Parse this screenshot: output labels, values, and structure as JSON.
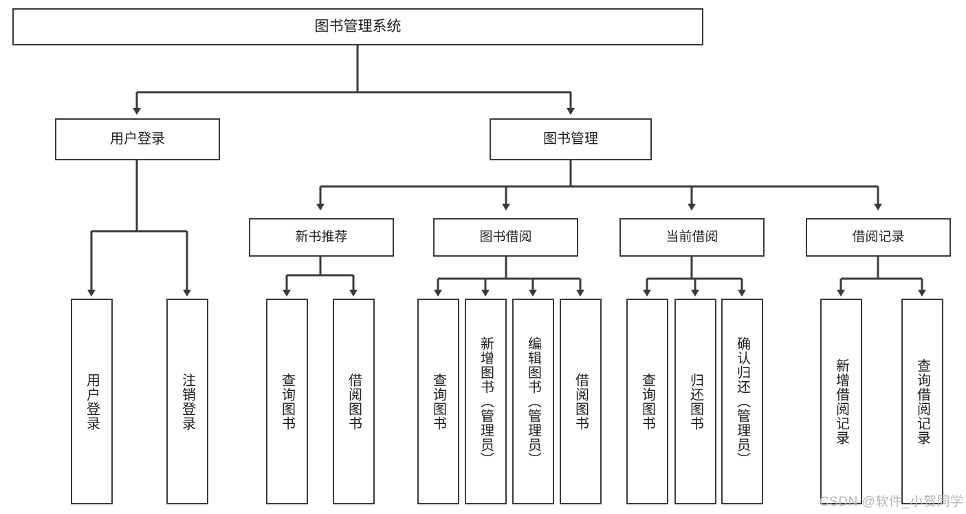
{
  "diagram": {
    "type": "hierarchy-tree",
    "title": "图书管理系统",
    "root": {
      "label": "图书管理系统"
    },
    "level1": [
      {
        "label": "用户登录"
      },
      {
        "label": "图书管理"
      }
    ],
    "level2": [
      {
        "label": "新书推荐",
        "parent": "图书管理"
      },
      {
        "label": "图书借阅",
        "parent": "图书管理"
      },
      {
        "label": "当前借阅",
        "parent": "图书管理"
      },
      {
        "label": "借阅记录",
        "parent": "图书管理"
      }
    ],
    "leaves": {
      "user_login": [
        {
          "label": "用户登录"
        },
        {
          "label": "注销登录"
        }
      ],
      "new_book_recommend": [
        {
          "label": "查询图书"
        },
        {
          "label": "借阅图书"
        }
      ],
      "book_borrow": [
        {
          "label": "查询图书"
        },
        {
          "label": "新增图书（管理员）"
        },
        {
          "label": "编辑图书（管理员）"
        },
        {
          "label": "借阅图书"
        }
      ],
      "current_borrow": [
        {
          "label": "查询图书"
        },
        {
          "label": "归还图书"
        },
        {
          "label": "确认归还（管理员）"
        }
      ],
      "borrow_record": [
        {
          "label": "新增借阅记录"
        },
        {
          "label": "查询借阅记录"
        }
      ]
    }
  },
  "watermark": {
    "text": "CSDN @软件_小贺同学"
  },
  "colors": {
    "stroke": "#3a3a3a",
    "box_fill": "#ffffff",
    "text": "#1d1d1d",
    "watermark": "#b5b5b5",
    "background": "#ffffff"
  }
}
